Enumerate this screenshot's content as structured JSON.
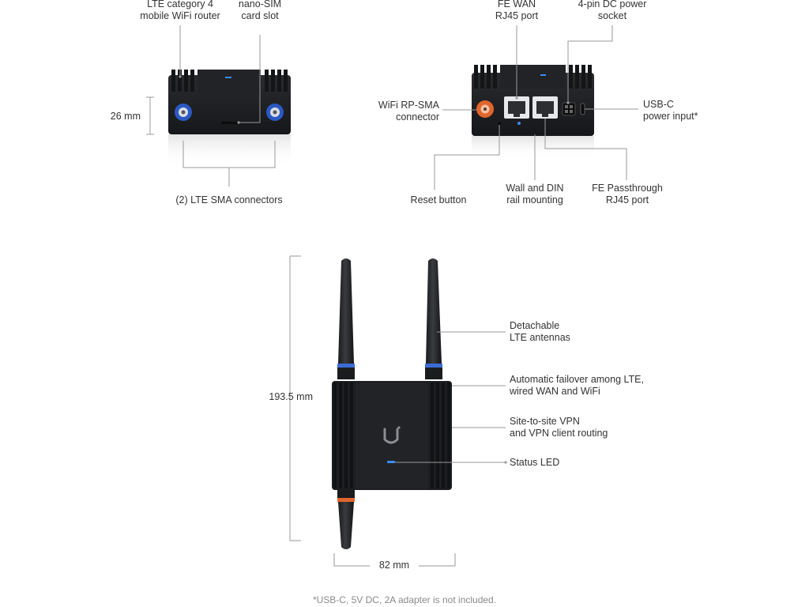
{
  "labels": {
    "lte_router": "LTE category 4\nmobile WiFi router",
    "nano_sim": "nano-SIM\ncard slot",
    "height_small": "26 mm",
    "lte_sma": "(2) LTE SMA connectors",
    "fe_wan": "FE WAN\nRJ45 port",
    "dc_socket": "4-pin DC power\nsocket",
    "wifi_rpsma": "WiFi RP-SMA\nconnector",
    "usbc": "USB-C\npower input*",
    "reset": "Reset button",
    "wall_din": "Wall and DIN\nrail mounting",
    "fe_pass": "FE Passthrough\nRJ45 port",
    "antennas": "Detachable\nLTE antennas",
    "failover": "Automatic failover among LTE,\nwired WAN and WiFi",
    "vpn": "Site-to-site VPN\nand VPN client routing",
    "status_led": "Status LED",
    "height_total": "193.5 mm",
    "width_total": "82 mm",
    "footnote": "*USB-C, 5V DC, 2A adapter is not included."
  },
  "colors": {
    "device": "#1e1f21",
    "device_edge": "#2c2d30",
    "fin": "#141517",
    "sma_blue": "#2b59c3",
    "rpsma_orange": "#e0662e",
    "led_blue": "#3b8cff",
    "line": "#9a9a9a"
  }
}
